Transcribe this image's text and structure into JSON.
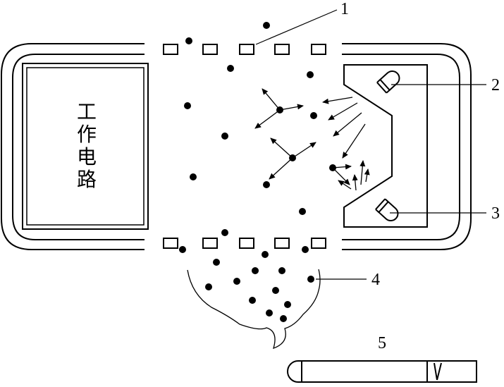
{
  "diagram": {
    "circuit_label": [
      "工",
      "作",
      "电",
      "路"
    ],
    "callouts": {
      "c1": "1",
      "c2": "2",
      "c3": "3",
      "c4": "4",
      "c5": "5"
    }
  }
}
